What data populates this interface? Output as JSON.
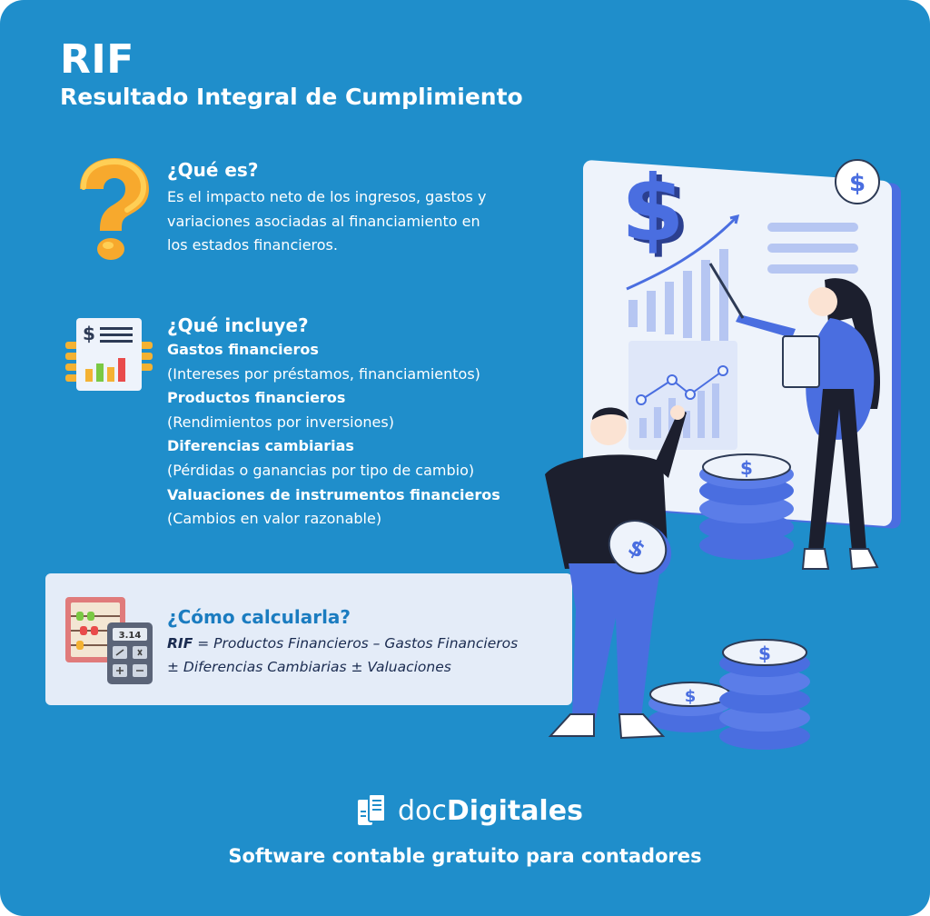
{
  "header": {
    "title": "RIF",
    "subtitle": "Resultado Integral de Cumplimiento"
  },
  "que_es": {
    "heading": "¿Qué es?",
    "lines": [
      "Es el impacto neto de los ingresos, gastos y",
      "variaciones asociadas al financiamiento en",
      "los estados financieros."
    ]
  },
  "que_incluye": {
    "heading": "¿Qué incluye?",
    "items": [
      {
        "title": "Gastos financieros",
        "desc": "(Intereses por préstamos, financiamientos)"
      },
      {
        "title": "Productos financieros",
        "desc": "(Rendimientos por inversiones)"
      },
      {
        "title": "Diferencias cambiarias",
        "desc": "(Pérdidas o ganancias por tipo de cambio)"
      },
      {
        "title": "Valuaciones de instrumentos financieros",
        "desc": "(Cambios en valor razonable)"
      }
    ]
  },
  "como_calcular": {
    "heading": "¿Cómo calcularla?",
    "formula_term": "RIF",
    "formula_rest": " = Productos Financieros – Gastos Financieros",
    "formula_line2": "± Diferencias Cambiarias ± Valuaciones",
    "calculator_display": "3.14"
  },
  "footer": {
    "brand_prefix": "doc",
    "brand_name": "Digitales",
    "tagline": "Software contable gratuito para contadores"
  },
  "colors": {
    "background": "#1f8ecb",
    "calc_box": "#e4ecf8",
    "heading_blue": "#1b7cc0",
    "accent_blue": "#4a6ee0"
  },
  "icons": [
    "question-mark-icon",
    "financial-report-icon",
    "calculator-abacus-icon",
    "dollar-sign-icon",
    "docdigitales-logo-icon"
  ]
}
